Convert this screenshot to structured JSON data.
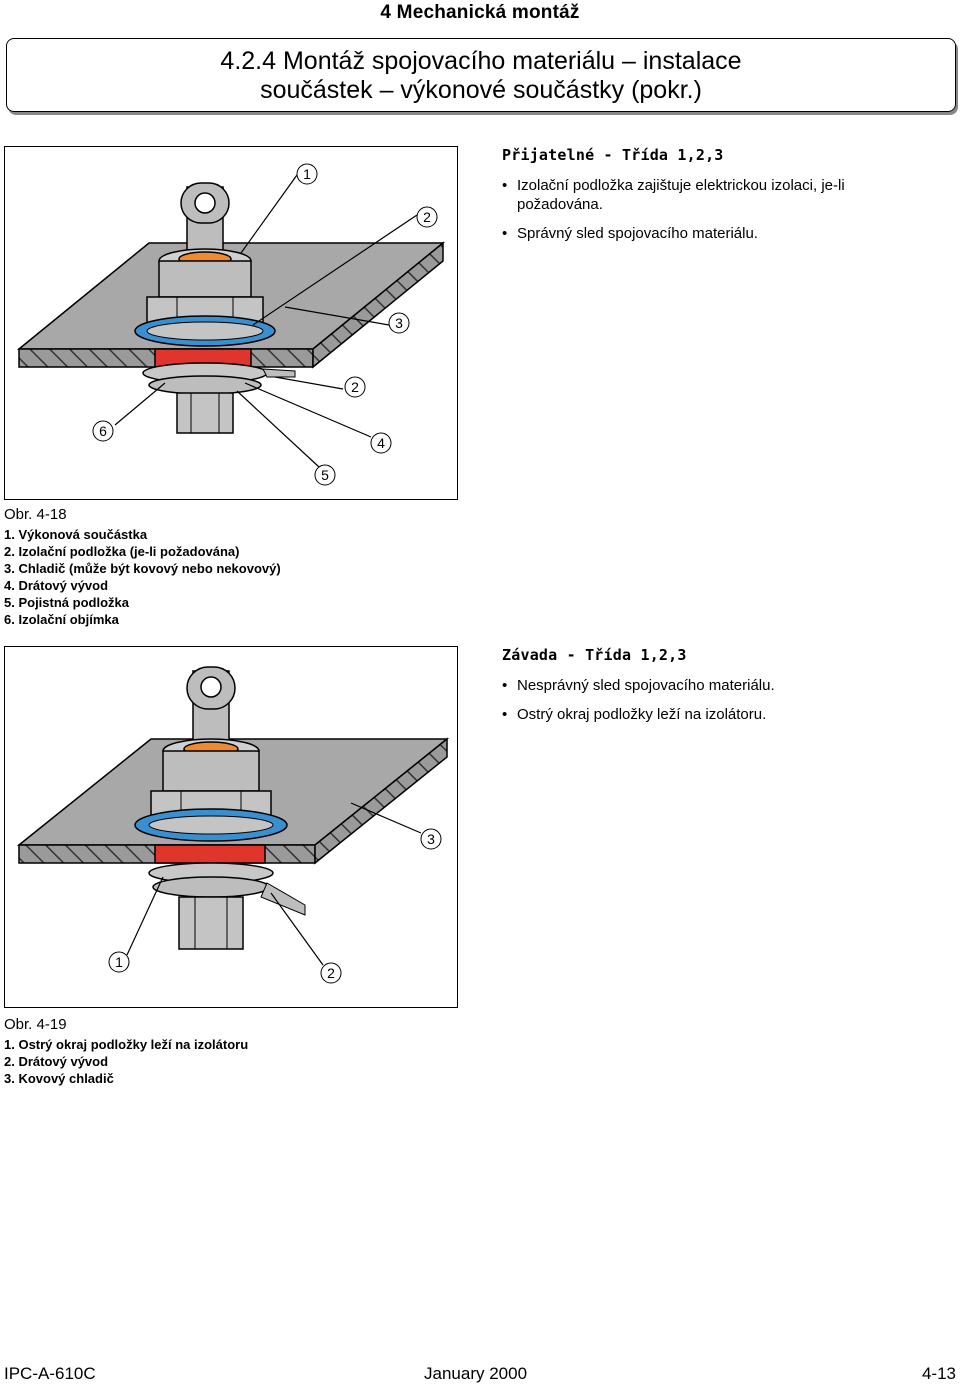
{
  "header": {
    "chapter": "4 Mechanická montáž",
    "title_line1": "4.2.4 Montáž spojovacího materiálu – instalace",
    "title_line2": "součástek – výkonové součástky (pokr.)"
  },
  "figure1": {
    "side_title": "Přijatelné - Třída 1,2,3",
    "bullets": [
      "Izolační podložka zajištuje elektrickou izolaci, je-li požadována.",
      "Správný sled spojovacího materiálu."
    ],
    "callouts": [
      "1",
      "2",
      "3",
      "2",
      "6",
      "4",
      "5"
    ],
    "caption": "Obr. 4-18",
    "legend": [
      "1. Výkonová součástka",
      "2. Izolační podložka (je-li požadována)",
      "3. Chladič (může být kovový nebo nekovový)",
      "4. Drátový vývod",
      "5. Pojistná podložka",
      "6. Izolační objímka"
    ]
  },
  "figure2": {
    "side_title": "Závada - Třída 1,2,3",
    "bullets": [
      "Nesprávný sled spojovacího materiálu.",
      "Ostrý okraj podložky leží na izolátoru."
    ],
    "callouts": [
      "3",
      "1",
      "2"
    ],
    "caption": "Obr. 4-19",
    "legend": [
      "1. Ostrý okraj podložky leží na izolátoru",
      "2. Drátový vývod",
      "3. Kovový chladič"
    ]
  },
  "footer": {
    "left": "IPC-A-610C",
    "center": "January 2000",
    "right": "4-13"
  },
  "colors": {
    "washer_blue": "#3a8fd0",
    "sleeve_orange": "#f08a30",
    "insulator_red": "#e0352c",
    "metal_gray": "#bdbdbd",
    "plate_gray": "#9a9a9a"
  }
}
